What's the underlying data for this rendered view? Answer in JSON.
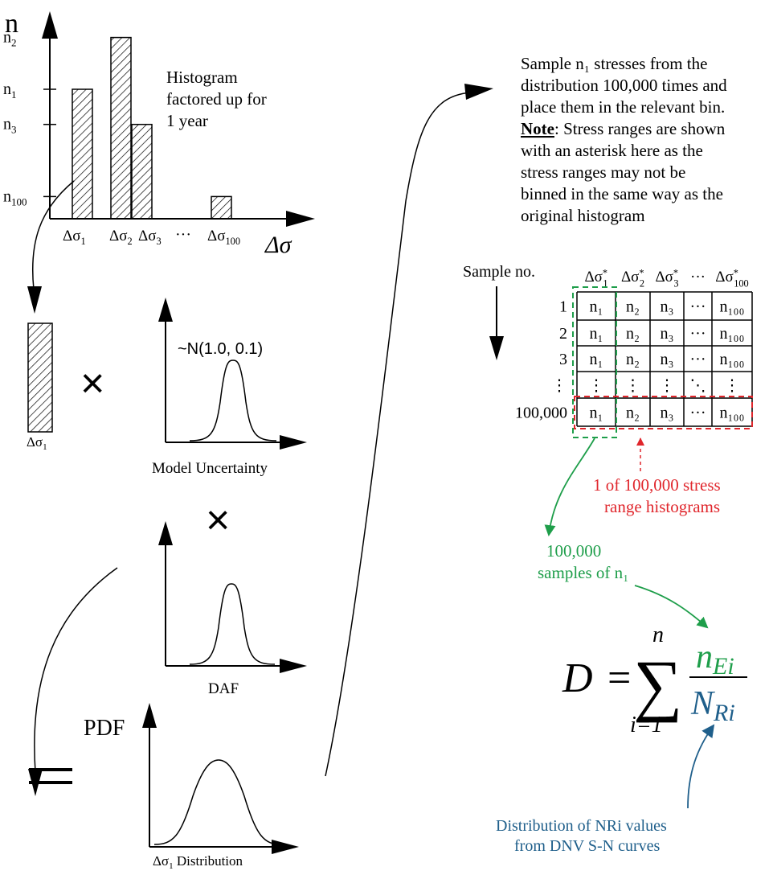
{
  "histogram": {
    "y_axis_label": "n",
    "x_axis_label": "Δσ",
    "y_ticks": [
      "n",
      "n",
      "n",
      "n"
    ],
    "y_tick_subs": [
      "2",
      "1",
      "3",
      "100"
    ],
    "x_ticks": [
      "Δσ",
      "Δσ",
      "Δσ",
      "Δσ"
    ],
    "x_tick_subs": [
      "1",
      "2",
      "3",
      "100"
    ],
    "x_ellipsis": "···",
    "note_lines": [
      "Histogram",
      "factored up for",
      "1 year"
    ],
    "bars": [
      {
        "bin": "Δσ1",
        "value": 0.7
      },
      {
        "bin": "Δσ2",
        "value": 0.98
      },
      {
        "bin": "Δσ3",
        "value": 0.51
      },
      {
        "bin": "Δσ100",
        "value": 0.12
      }
    ]
  },
  "single_bar": {
    "label": "Δσ",
    "label_sub": "1"
  },
  "operators": {
    "multiply_1": "×",
    "multiply_2": "×",
    "equals": "="
  },
  "model_uncertainty": {
    "distribution": "~N(1.0, 0.1)",
    "label": "Model Uncertainty"
  },
  "daf": {
    "label": "DAF"
  },
  "pdf": {
    "y_label": "PDF",
    "x_label": "Δσ",
    "x_label_sub": "1",
    "x_label_rest": " Distribution"
  },
  "sampling_note": {
    "lines": [
      "Sample n₁ stresses from the",
      "distribution 100,000 times and",
      "place them in the relevant bin."
    ],
    "note_label": "Note",
    "note_rest": ": Stress ranges are shown",
    "more_lines": [
      "with an asterisk here as the",
      "stress ranges may not be",
      "binned in the same way as the",
      "original histogram"
    ]
  },
  "table": {
    "sample_header": "Sample no.",
    "column_headers": [
      "Δσ",
      "Δσ",
      "Δσ",
      "···",
      "Δσ"
    ],
    "column_subs": [
      "1",
      "2",
      "3",
      "",
      "100"
    ],
    "column_sups": [
      "*",
      "*",
      "*",
      "",
      "*"
    ],
    "row_labels": [
      "1",
      "2",
      "3",
      "⋮",
      "100,000"
    ],
    "rows": [
      [
        "n₁",
        "n₂",
        "n₃",
        "···",
        "n₁₀₀"
      ],
      [
        "n₁",
        "n₂",
        "n₃",
        "···",
        "n₁₀₀"
      ],
      [
        "n₁",
        "n₂",
        "n₃",
        "···",
        "n₁₀₀"
      ],
      [
        "⋮",
        "⋮",
        "⋮",
        "⋱",
        "⋮"
      ],
      [
        "n₁",
        "n₂",
        "n₃",
        "···",
        "n₁₀₀"
      ]
    ]
  },
  "annotations": {
    "red_lines": [
      "1 of 100,000 stress",
      "range histograms"
    ],
    "green_line_1": "100,000",
    "green_line_2": "samples of n₁",
    "blue_lines": [
      "Distribution of NRi values",
      "from DNV S-N curves"
    ]
  },
  "formula": {
    "lhs": "D",
    "eq": "=",
    "sum_upper": "n",
    "sum_lower": "i=1",
    "sigma": "∑",
    "num": "n",
    "num_sub": "Ei",
    "den": "N",
    "den_sub": "Ri"
  },
  "colors": {
    "green": "#1e9e4a",
    "red": "#e0262c",
    "blue": "#1f5f8b",
    "ink": "#000000"
  }
}
